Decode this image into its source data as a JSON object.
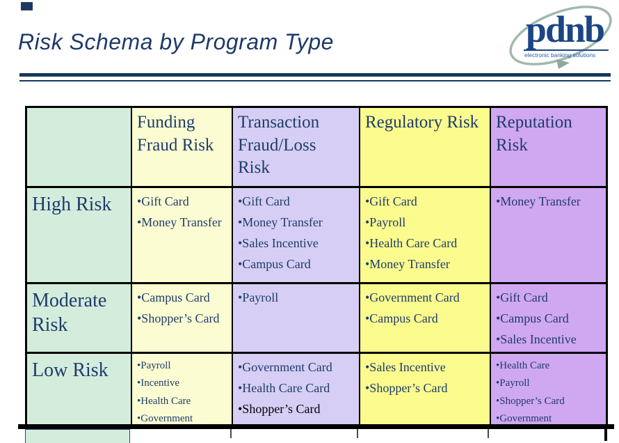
{
  "title": "Risk Schema by Program Type",
  "logo": {
    "brand": "pdnb",
    "tagline": "electronic banking solutions"
  },
  "table": {
    "column_headers": [
      "",
      "Funding Fraud Risk",
      "Transaction Fraud/Loss Risk",
      "Regulatory Risk",
      "Reputation Risk"
    ],
    "rows": [
      {
        "label": "High Risk",
        "cells": [
          {
            "items": [
              "•Gift Card",
              "•Money Transfer"
            ]
          },
          {
            "items": [
              "•Gift Card",
              "•Money Transfer",
              "•Sales Incentive",
              "•Campus Card"
            ]
          },
          {
            "items": [
              "•Gift Card",
              "•Payroll",
              "•Health Care Card",
              "•Money Transfer"
            ]
          },
          {
            "items": [
              "•Money Transfer"
            ]
          }
        ]
      },
      {
        "label": "Moderate Risk",
        "cells": [
          {
            "items": [
              "•Campus Card",
              "•Shopper’s Card"
            ]
          },
          {
            "items": [
              "•Payroll"
            ]
          },
          {
            "items": [
              "•Government Card",
              "•Campus Card"
            ]
          },
          {
            "items": [
              "•Gift Card",
              "•Campus Card",
              "•Sales Incentive"
            ]
          }
        ]
      },
      {
        "label": "Low Risk",
        "cells": [
          {
            "items": [
              "•Payroll",
              "•Incentive",
              "•Health Care",
              "•Government"
            ]
          },
          {
            "items": [
              "•Government Card",
              "•Health Care Card",
              "•Shopper’s Card"
            ]
          },
          {
            "items": [
              "•Sales Incentive",
              "•Shopper’s Card"
            ]
          },
          {
            "items": [
              "•Health Care",
              "•Payroll",
              "•Shopper’s Card",
              "•Government"
            ]
          }
        ]
      }
    ]
  },
  "colors": {
    "navy_text": "#1d3c6b",
    "title_text": "#1e3a68",
    "rule": "#17375e",
    "label_column_bg": "#d4ecdc",
    "funding_bg": "#fcfcd2",
    "transaction_bg": "#d6cef4",
    "regulatory_bg": "#fbfb8e",
    "reputation_bg": "#d0a7f1",
    "black_item": "#000000",
    "logo_blue": "#1c4585",
    "swoosh_green": "#a3b9ab"
  }
}
